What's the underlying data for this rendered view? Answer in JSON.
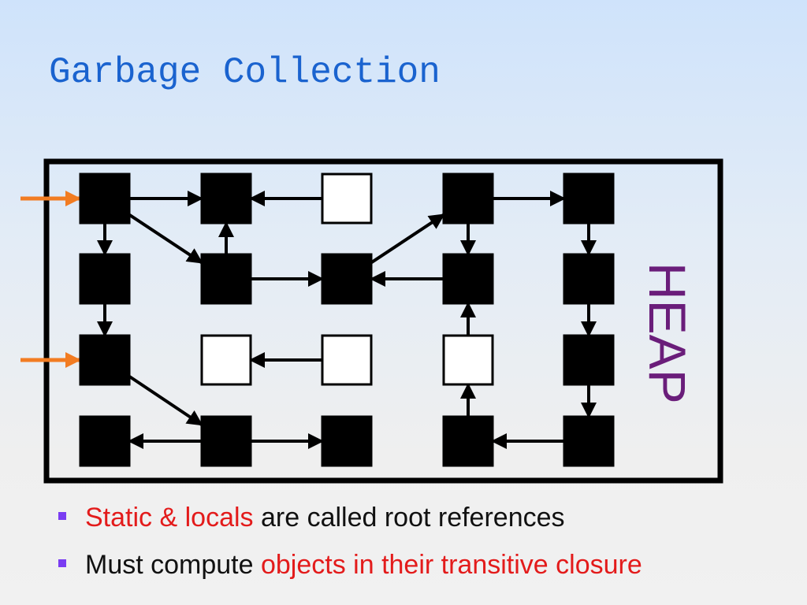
{
  "slide": {
    "title": "Garbage Collection"
  },
  "heap": {
    "label": "HEAP",
    "nodes": [
      {
        "id": "a1",
        "live": true
      },
      {
        "id": "a2",
        "live": true
      },
      {
        "id": "a3",
        "live": false
      },
      {
        "id": "a4",
        "live": true
      },
      {
        "id": "a5",
        "live": true
      },
      {
        "id": "b1",
        "live": true
      },
      {
        "id": "b2",
        "live": true
      },
      {
        "id": "b3",
        "live": true
      },
      {
        "id": "b4",
        "live": true
      },
      {
        "id": "b5",
        "live": true
      },
      {
        "id": "c1",
        "live": true
      },
      {
        "id": "c2",
        "live": false
      },
      {
        "id": "c3",
        "live": false
      },
      {
        "id": "c4",
        "live": false
      },
      {
        "id": "c5",
        "live": true
      },
      {
        "id": "d1",
        "live": true
      },
      {
        "id": "d2",
        "live": true
      },
      {
        "id": "d3",
        "live": true
      },
      {
        "id": "d4",
        "live": true
      },
      {
        "id": "d5",
        "live": true
      }
    ],
    "edges": [
      [
        "a1",
        "a2"
      ],
      [
        "a3",
        "a2"
      ],
      [
        "a4",
        "a5"
      ],
      [
        "a1",
        "b1"
      ],
      [
        "a1",
        "b2"
      ],
      [
        "b2",
        "a2"
      ],
      [
        "b3",
        "a4"
      ],
      [
        "a4",
        "b4"
      ],
      [
        "a5",
        "b5"
      ],
      [
        "b2",
        "b3"
      ],
      [
        "b4",
        "b3"
      ],
      [
        "b1",
        "c1"
      ],
      [
        "c4",
        "b4"
      ],
      [
        "b5",
        "c5"
      ],
      [
        "c3",
        "c2"
      ],
      [
        "c1",
        "d2"
      ],
      [
        "d4",
        "c4"
      ],
      [
        "c5",
        "d5"
      ],
      [
        "d2",
        "d1"
      ],
      [
        "d2",
        "d3"
      ],
      [
        "d5",
        "d4"
      ]
    ],
    "roots": [
      "a1",
      "c1"
    ],
    "colors": {
      "live": "#000000",
      "garbage": "#ffffff",
      "root_arrow": "#f27c22",
      "label": "#6a1d7a"
    }
  },
  "bullets": [
    {
      "highlight": "Static & locals",
      "text": " are called root references"
    },
    {
      "text": "Must compute ",
      "highlight": "objects in their transitive closure"
    }
  ],
  "colors": {
    "title": "#1a63cf",
    "highlight": "#e31b1b",
    "bullet_marker": "#7a3cf2"
  }
}
